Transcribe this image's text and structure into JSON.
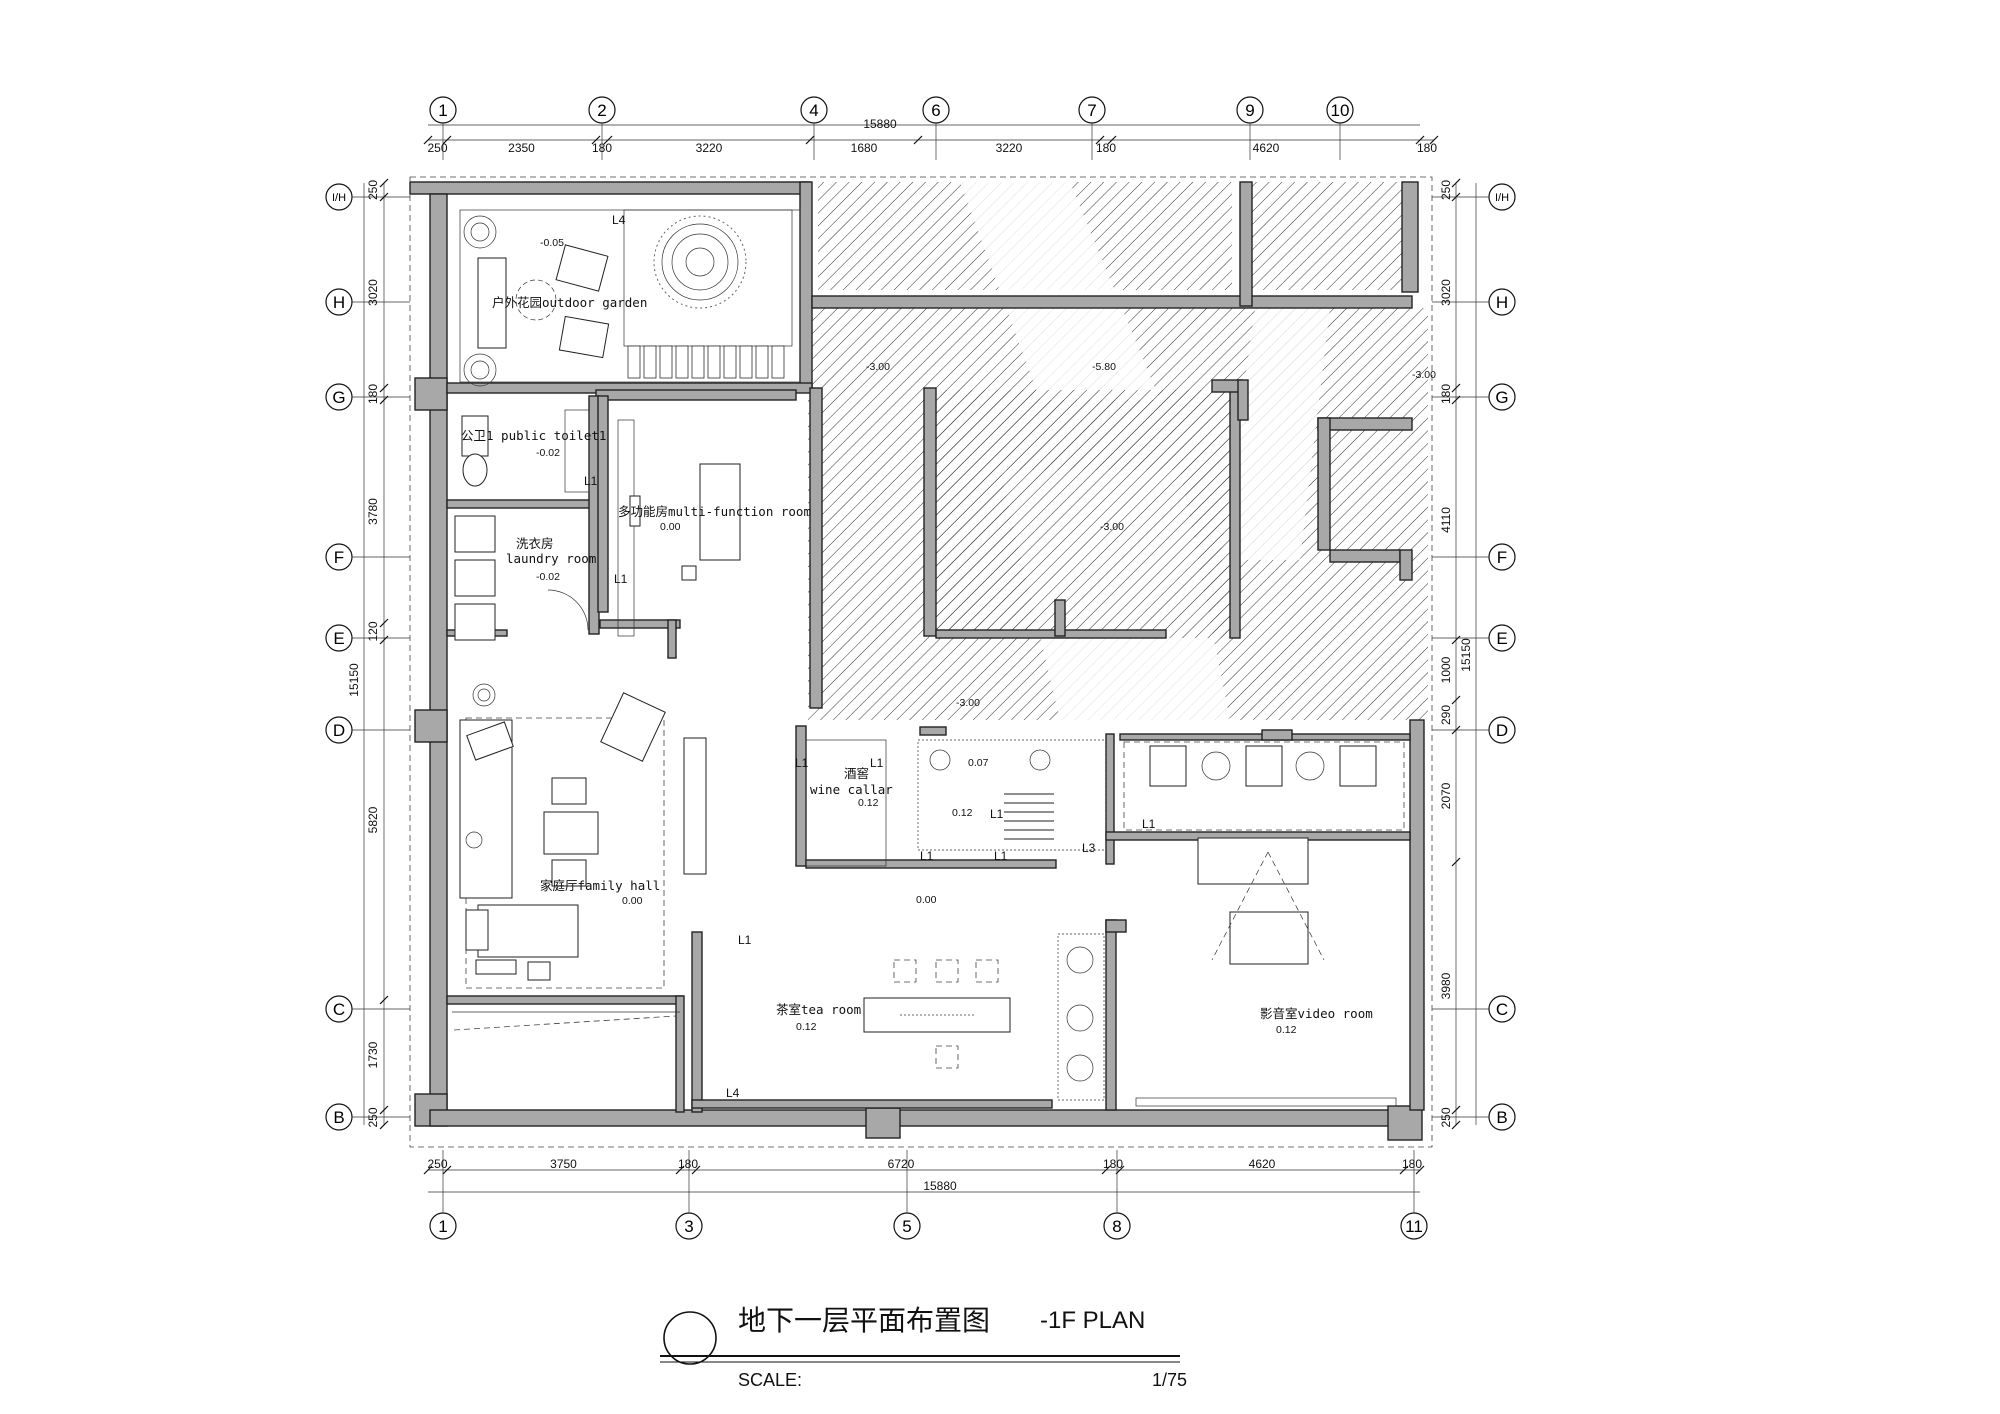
{
  "top_grid": [
    "1",
    "2",
    "4",
    "6",
    "7",
    "9",
    "10"
  ],
  "bottom_grid": [
    "1",
    "3",
    "5",
    "8",
    "11"
  ],
  "left_grid": [
    "I/H",
    "H",
    "G",
    "F",
    "E",
    "D",
    "C",
    "B"
  ],
  "right_grid": [
    "I/H",
    "H",
    "G",
    "F",
    "E",
    "D",
    "C",
    "B"
  ],
  "top_dims": [
    "250",
    "2350",
    "180",
    "3220",
    "1680",
    "3220",
    "180",
    "4620",
    "180"
  ],
  "top_total": "15880",
  "bottom_dims": [
    "250",
    "3750",
    "180",
    "6720",
    "180",
    "4620",
    "180"
  ],
  "bottom_total": "15880",
  "left_dims": [
    "250",
    "3020",
    "180",
    "3780",
    "120",
    "5820",
    "1730",
    "250"
  ],
  "left_total": "15150",
  "right_dims": [
    "250",
    "3020",
    "180",
    "4110",
    "1000",
    "290",
    "2070",
    "3980",
    "250"
  ],
  "right_total": "15150",
  "rooms": {
    "garden": "户外花园outdoor garden",
    "toilet": "公卫1 public toilet1",
    "laundry_cn": "洗衣房",
    "laundry_en": "laundry room",
    "multi": "多功能房multi-function room",
    "family": "家庭厅family hall",
    "wine_cn": "酒窖",
    "wine_en": "wine callar",
    "tea": "茶室tea room",
    "video": "影音室video room"
  },
  "levels": {
    "garden": "-0.05",
    "toilet": "-0.02",
    "laundry": "-0.02",
    "multi": "0.00",
    "family": "0.00",
    "hall": "0.00",
    "wine": "0.12",
    "stair_a": "0.07",
    "stair_b": "0.12",
    "tea": "0.12",
    "video": "0.12",
    "void_left": "-3.00",
    "void_mid": "-5.80",
    "void_right": "-3.00",
    "void_center": "-3.00",
    "void_low": "-3.00"
  },
  "tags": {
    "l1": "L1",
    "l3": "L3",
    "l4": "L4"
  },
  "title": {
    "cn": "地下一层平面布置图",
    "en": "-1F PLAN",
    "scale_label": "SCALE:",
    "scale_value": "1/75"
  }
}
